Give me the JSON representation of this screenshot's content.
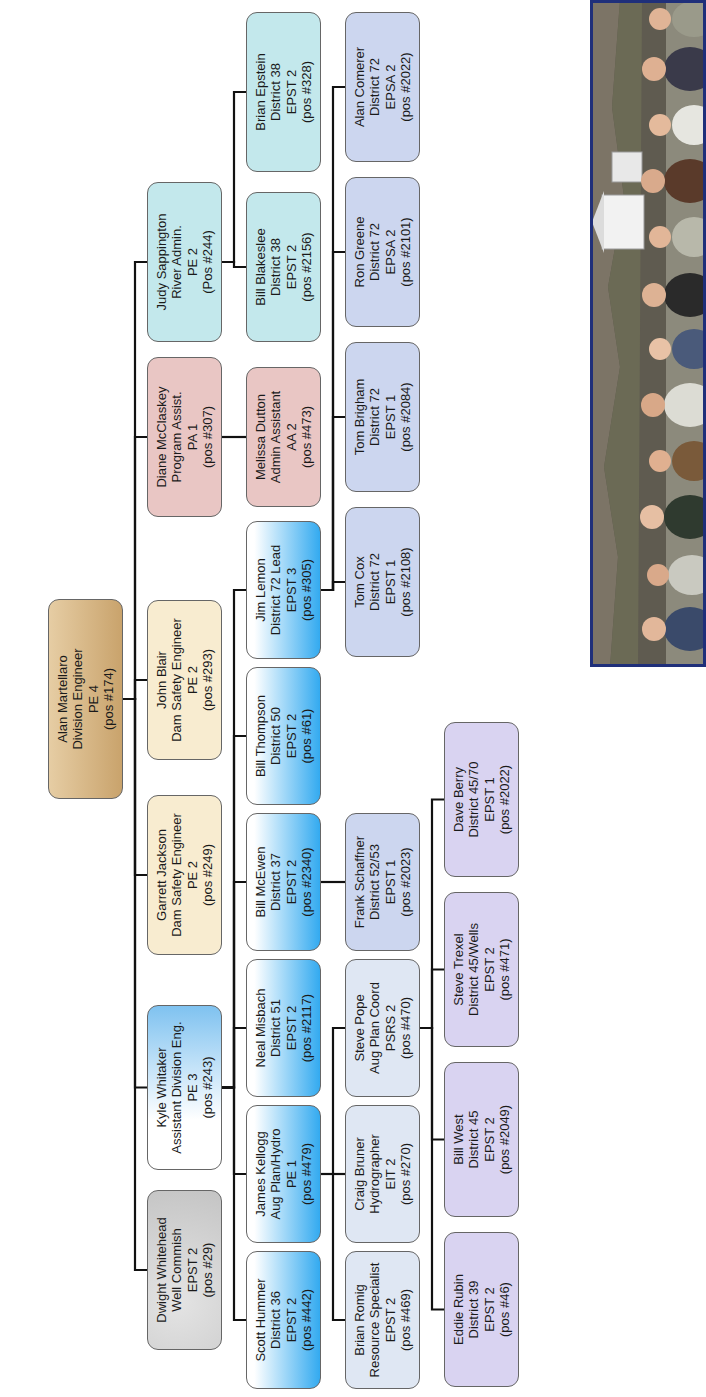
{
  "diagram": {
    "nodes": [
      {
        "text": [
          "Alan Martellaro",
          "Division Engineer",
          "PE 4",
          "(pos #174)"
        ]
      },
      {
        "text": [
          "Dwight Whitehead",
          "Well Commish",
          "EPST 2",
          "(pos #29)"
        ]
      },
      {
        "text": [
          "Kyle Whitaker",
          "Assistant Division Eng.",
          "PE 3",
          "(pos #243)"
        ]
      },
      {
        "text": [
          "Garrett Jackson",
          "Dam Safety Engineer",
          "PE 2",
          "(pos #249)"
        ]
      },
      {
        "text": [
          "John Blair",
          "Dam Safety Engineer",
          "PE 2",
          "(pos #293)"
        ]
      },
      {
        "text": [
          "Diane McClaskey",
          "Program Assist.",
          "PA 1",
          "(pos #307)"
        ]
      },
      {
        "text": [
          "Judy Sappington",
          "River Admin.",
          "PE 2",
          "(Pos #244)"
        ]
      },
      {
        "text": [
          "Scott Hummer",
          "District 36",
          "EPST 2",
          "(pos #442)"
        ]
      },
      {
        "text": [
          "James Kellogg",
          "Aug Plan/Hydro",
          "PE 1",
          "(pos #479)"
        ]
      },
      {
        "text": [
          "Neal Misbach",
          "District 51",
          "EPST 2",
          "(pos #2117)"
        ]
      },
      {
        "text": [
          "Bill McEwen",
          "District 37",
          "EPST 2",
          "(pos #2340)"
        ]
      },
      {
        "text": [
          "Bill Thompson",
          "District 50",
          "EPST 2",
          "(pos #61)"
        ]
      },
      {
        "text": [
          "Jim Lemon",
          "District 72 Lead",
          "EPST 3",
          "(pos #305)"
        ]
      },
      {
        "text": [
          "Melissa Dutton",
          "Admin Assistant",
          "AA 2",
          "(pos #473)"
        ]
      },
      {
        "text": [
          "Bill Blakeslee",
          "District 38",
          "EPST 2",
          "(pos #2156)"
        ]
      },
      {
        "text": [
          "Brian Epstein",
          "District 38",
          "EPST 2",
          "(pos #328)"
        ]
      },
      {
        "text": [
          "Brian Romig",
          "Resource Specialist",
          "EPST 2",
          "(pos #469)"
        ]
      },
      {
        "text": [
          "Craig Bruner",
          "Hydrographer",
          "EIT 2",
          "(pos #270)"
        ]
      },
      {
        "text": [
          "Steve Pope",
          "Aug Plan Coord",
          "PSRS 2",
          "(pos #470)"
        ]
      },
      {
        "text": [
          "Frank Schaffner",
          "District 52/53",
          "EPST 1",
          "(pos #2023)"
        ]
      },
      {
        "text": [
          "Tom Cox",
          "District 72",
          "EPST 1",
          "(pos #2108)"
        ]
      },
      {
        "text": [
          "Tom Brigham",
          "District 72",
          "EPST 1",
          "(pos #2084)"
        ]
      },
      {
        "text": [
          "Ron Greene",
          "District 72",
          "EPSA 2",
          "(pos #2101)"
        ]
      },
      {
        "text": [
          "Alan Comerer",
          "District 72",
          "EPSA 2",
          "(pos #2022)"
        ]
      },
      {
        "text": [
          "Eddie Rubin",
          "District 39",
          "EPST 2",
          "(pos #46)"
        ]
      },
      {
        "text": [
          "Bill West",
          "District 45",
          "EPST 2",
          "(pos #2049)"
        ]
      },
      {
        "text": [
          "Steve Trexel",
          "District 45/Wells",
          "EPST 2",
          "(pos #471)"
        ]
      },
      {
        "text": [
          "Dave Berry",
          "District 45/70",
          "EPST 1",
          "(pos #2022)"
        ]
      }
    ],
    "edges": [
      {
        "from": 0,
        "to": 1,
        "arrow": "none"
      },
      {
        "from": 0,
        "to": 2,
        "arrow": "none"
      },
      {
        "from": 0,
        "to": 3,
        "arrow": "none"
      },
      {
        "from": 0,
        "to": 4,
        "arrow": "none"
      },
      {
        "from": 0,
        "to": 5,
        "arrow": "none"
      },
      {
        "from": 0,
        "to": 6,
        "arrow": "none"
      },
      {
        "from": 2,
        "to": 7,
        "arrow": "none"
      },
      {
        "from": 2,
        "to": 8,
        "arrow": "none"
      },
      {
        "from": 2,
        "to": 9,
        "arrow": "none"
      },
      {
        "from": 2,
        "to": 10,
        "arrow": "none"
      },
      {
        "from": 2,
        "to": 11,
        "arrow": "none"
      },
      {
        "from": 2,
        "to": 12,
        "arrow": "none"
      },
      {
        "from": 5,
        "to": 13,
        "arrow": "none"
      },
      {
        "from": 6,
        "to": 14,
        "arrow": "none"
      },
      {
        "from": 6,
        "to": 15,
        "arrow": "none"
      },
      {
        "from": 8,
        "to": 16,
        "arrow": "none"
      },
      {
        "from": 8,
        "to": 17,
        "arrow": "none"
      },
      {
        "from": 8,
        "to": 18,
        "arrow": "none"
      },
      {
        "from": 10,
        "to": 19,
        "arrow": "none"
      },
      {
        "from": 12,
        "to": 20,
        "arrow": "none"
      },
      {
        "from": 12,
        "to": 21,
        "arrow": "none"
      },
      {
        "from": 12,
        "to": 22,
        "arrow": "none"
      },
      {
        "from": 12,
        "to": 23,
        "arrow": "none"
      },
      {
        "from": 18,
        "to": 24,
        "arrow": "none"
      },
      {
        "from": 18,
        "to": 25,
        "arrow": "none"
      },
      {
        "from": 18,
        "to": 26,
        "arrow": "none"
      },
      {
        "from": 18,
        "to": 27,
        "arrow": "none"
      }
    ]
  }
}
